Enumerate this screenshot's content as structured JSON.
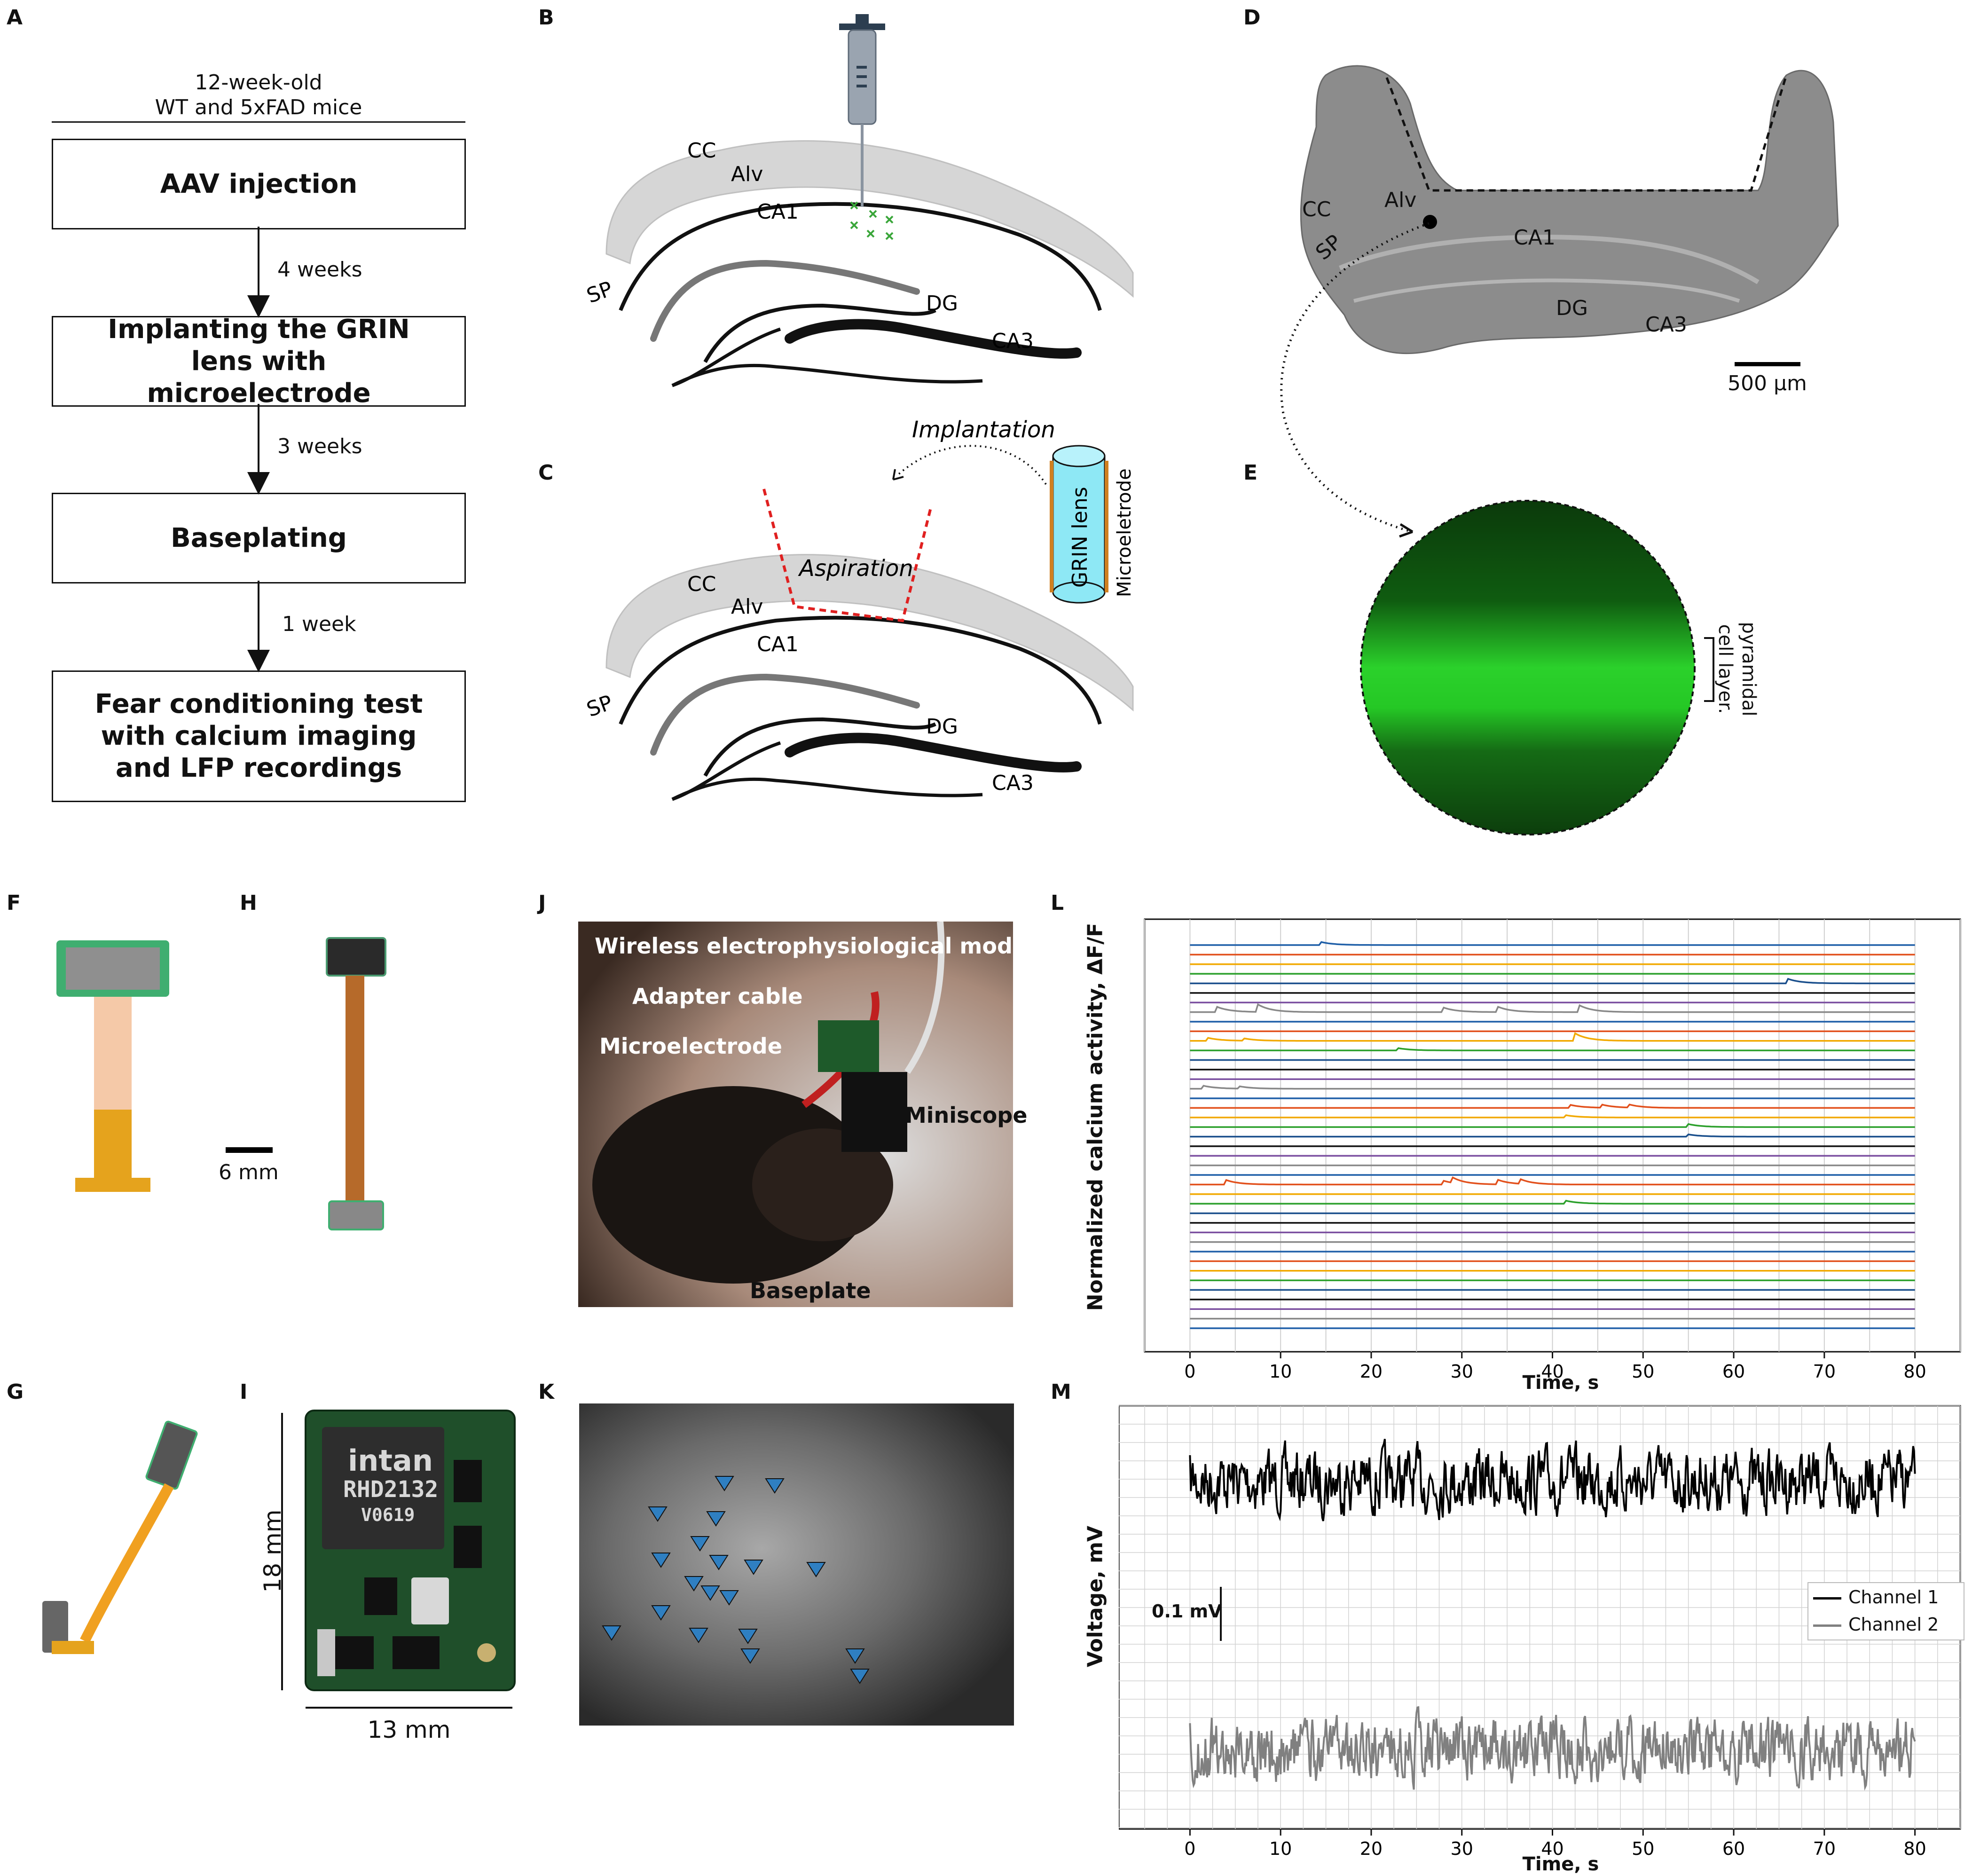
{
  "panel_a": {
    "letter": "A",
    "header_line1": "12-week-old",
    "header_line2": "WT and 5xFAD mice",
    "steps": [
      "AAV injection",
      "Implanting the GRIN lens with microelectrode",
      "Baseplating",
      "Fear conditioning test with calcium imaging and LFP recordings"
    ],
    "intervals": [
      "4 weeks",
      "3 weeks",
      "1 week"
    ]
  },
  "panel_b": {
    "letter": "B",
    "labels": {
      "cc": "CC",
      "alv": "Alv",
      "ca1": "CA1",
      "sp": "SP",
      "dg": "DG",
      "ca3": "CA3"
    }
  },
  "panel_c": {
    "letter": "C",
    "labels": {
      "cc": "CC",
      "alv": "Alv",
      "ca1": "CA1",
      "sp": "SP",
      "dg": "DG",
      "ca3": "CA3"
    },
    "implantation": "Implantation",
    "aspiration": "Aspiration",
    "grin_lens": "GRIN lens",
    "microelectrode": "Microeletrode"
  },
  "panel_d": {
    "letter": "D",
    "labels": {
      "cc": "CC",
      "alv": "Alv",
      "sp": "SP",
      "ca1": "CA1",
      "dg": "DG",
      "ca3": "CA3"
    },
    "scale": "500 µm"
  },
  "panel_e": {
    "letter": "E",
    "layer_line1": "pyramidal",
    "layer_line2": "cell layer."
  },
  "panel_f": {
    "letter": "F"
  },
  "panel_h": {
    "letter": "H",
    "scale": "6 mm"
  },
  "panel_g": {
    "letter": "G"
  },
  "panel_i": {
    "letter": "I",
    "chip_brand": "intan",
    "chip_model": "RHD2132",
    "chip_code": "V0619",
    "height": "18 mm",
    "width": "13 mm"
  },
  "panel_j": {
    "letter": "J",
    "labels": {
      "module": "Wireless electrophysiological module",
      "cable": "Adapter cable",
      "electrode": "Microelectrode",
      "miniscope": "Miniscope",
      "baseplate": "Baseplate"
    }
  },
  "panel_k": {
    "letter": "K"
  },
  "panel_l": {
    "letter": "L",
    "ylabel": "Normalized calcium activity, ΔF/F",
    "xlabel": "Time, s"
  },
  "panel_m": {
    "letter": "M",
    "ylabel": "Voltage, mV",
    "xlabel": "Time, s",
    "scale": "0.1 mV"
  },
  "colors": {
    "green_fluor": "#2bd12b",
    "blue_marker": "#2f7fc1",
    "red_dash": "#e02020",
    "cyan_lens": "#8ee8f5",
    "tissue_gray": "#d6d6d6"
  },
  "chart_data": [
    {
      "type": "line",
      "panel": "L",
      "xlabel": "Time, s",
      "ylabel": "Normalized calcium activity, ΔF/F",
      "xlim": [
        -5,
        85
      ],
      "x_ticks": [
        0,
        10,
        20,
        30,
        40,
        50,
        60,
        70,
        80
      ],
      "x_range": [
        0,
        80
      ],
      "grid": true,
      "palette": [
        "#1f5fa8",
        "#e2501c",
        "#f2a900",
        "#2ca02c",
        "#1a4f8c",
        "#111111",
        "#7b4fa0",
        "#888888"
      ],
      "n_traces": 41,
      "transients": [
        {
          "trace": 0,
          "t": 14.5,
          "amp": 0.4
        },
        {
          "trace": 4,
          "t": 66,
          "amp": 0.6
        },
        {
          "trace": 7,
          "t": 3,
          "amp": 0.7
        },
        {
          "trace": 7,
          "t": 7.5,
          "amp": 1.0
        },
        {
          "trace": 7,
          "t": 28,
          "amp": 0.6
        },
        {
          "trace": 7,
          "t": 34,
          "amp": 0.7
        },
        {
          "trace": 7,
          "t": 43,
          "amp": 0.9
        },
        {
          "trace": 10,
          "t": 2,
          "amp": 0.4
        },
        {
          "trace": 10,
          "t": 6,
          "amp": 0.3
        },
        {
          "trace": 10,
          "t": 42.5,
          "amp": 1.0
        },
        {
          "trace": 11,
          "t": 23,
          "amp": 0.3
        },
        {
          "trace": 15,
          "t": 1.5,
          "amp": 0.4
        },
        {
          "trace": 15,
          "t": 5.5,
          "amp": 0.3
        },
        {
          "trace": 17,
          "t": 42,
          "amp": 0.4
        },
        {
          "trace": 17,
          "t": 45.5,
          "amp": 0.4
        },
        {
          "trace": 17,
          "t": 48.5,
          "amp": 0.4
        },
        {
          "trace": 18,
          "t": 41.5,
          "amp": 0.3
        },
        {
          "trace": 19,
          "t": 55,
          "amp": 0.4
        },
        {
          "trace": 20,
          "t": 55,
          "amp": 0.3
        },
        {
          "trace": 25,
          "t": 4,
          "amp": 0.6
        },
        {
          "trace": 25,
          "t": 28,
          "amp": 0.5
        },
        {
          "trace": 25,
          "t": 29,
          "amp": 0.7
        },
        {
          "trace": 25,
          "t": 34,
          "amp": 0.6
        },
        {
          "trace": 25,
          "t": 36.5,
          "amp": 0.6
        },
        {
          "trace": 27,
          "t": 41.5,
          "amp": 0.4
        }
      ]
    },
    {
      "type": "line",
      "panel": "M",
      "xlabel": "Time, s",
      "ylabel": "Voltage, mV",
      "xlim": [
        -5,
        85
      ],
      "x_ticks": [
        0,
        10,
        20,
        30,
        40,
        50,
        60,
        70,
        80
      ],
      "grid": true,
      "legend_position": "center-right",
      "series": [
        {
          "name": "Channel 1",
          "color": "#000000",
          "x_range": [
            0,
            80
          ]
        },
        {
          "name": "Channel 2",
          "color": "#808080",
          "x_range": [
            0,
            80
          ]
        }
      ]
    }
  ]
}
